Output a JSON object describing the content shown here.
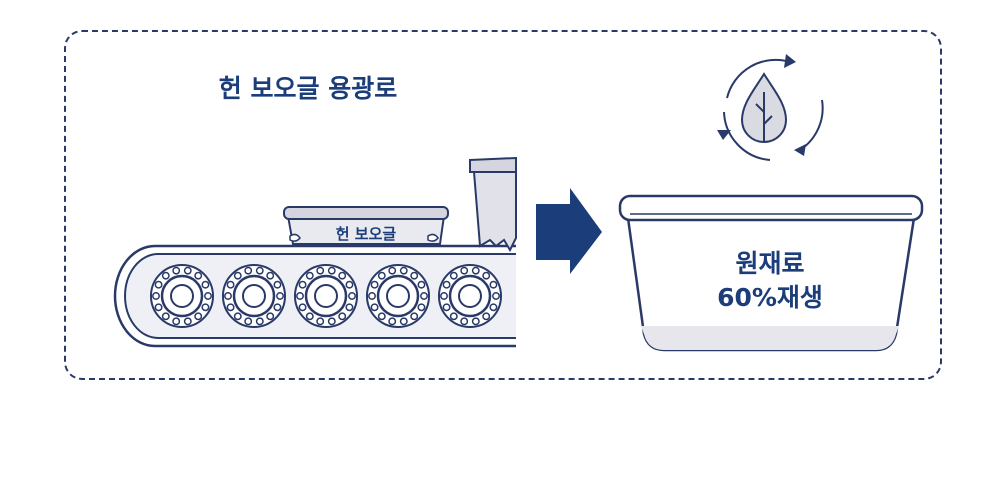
{
  "title": "헌 보오글 용광로",
  "container_label": "헌 보오글",
  "result_line1": "원재료",
  "result_line2": "60%재생",
  "icons": {
    "arrow": "right-arrow-icon",
    "recycle": "recycle-leaf-icon"
  },
  "colors": {
    "accent": "#1b3d7a",
    "line": "#2a3a68",
    "fill_light": "#e8e8ee",
    "fill_mid": "#d4d5de"
  }
}
